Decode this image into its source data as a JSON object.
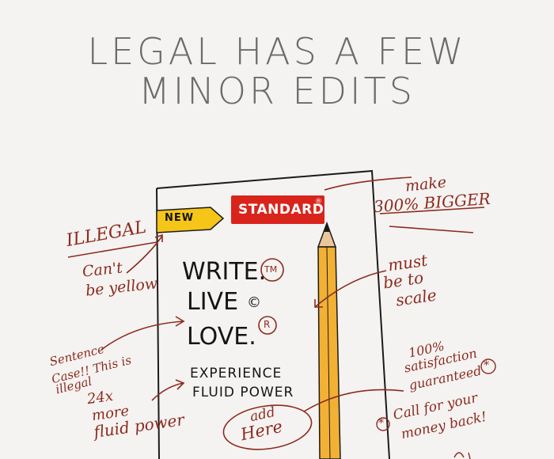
{
  "title": {
    "line1": "LEGAL HAS A FEW",
    "line2": "MINOR EDITS"
  },
  "package": {
    "new_badge": "NEW",
    "brand": "STANDARD",
    "brand_mark": "®",
    "slogans": [
      "WRITE.",
      "LIVE",
      "LOVE."
    ],
    "marks": [
      "TM",
      "©",
      "R"
    ],
    "tagline1": "EXPERIENCE",
    "tagline2": "FLUID POWER"
  },
  "notes": {
    "illegal": "ILLEGAL",
    "cant_1": "Can't",
    "cant_2": "be yellow",
    "make_1": "make",
    "make_2": "300% BIGGER",
    "must_1": "must",
    "must_2": "be to",
    "must_3": "scale",
    "sentence_1": "Sentence",
    "sentence_2": "Case!! This is",
    "sentence_3": "illegal",
    "fluid_1": "24x",
    "fluid_2": "more",
    "fluid_3": "fluid power",
    "add_1": "add",
    "add_2": "Here",
    "sat_1": "100%",
    "sat_2": "satisfaction",
    "sat_3": "guaranteed",
    "sat_star": "*",
    "call_star": "*",
    "call_1": "Call for your",
    "call_2": "money back!"
  },
  "colors": {
    "ink": "#8d2a1f",
    "brand_red": "#d9241c",
    "badge_yellow": "#f5c518",
    "pencil_yellow": "#f2b134",
    "title_gray": "#6b6b6b"
  }
}
